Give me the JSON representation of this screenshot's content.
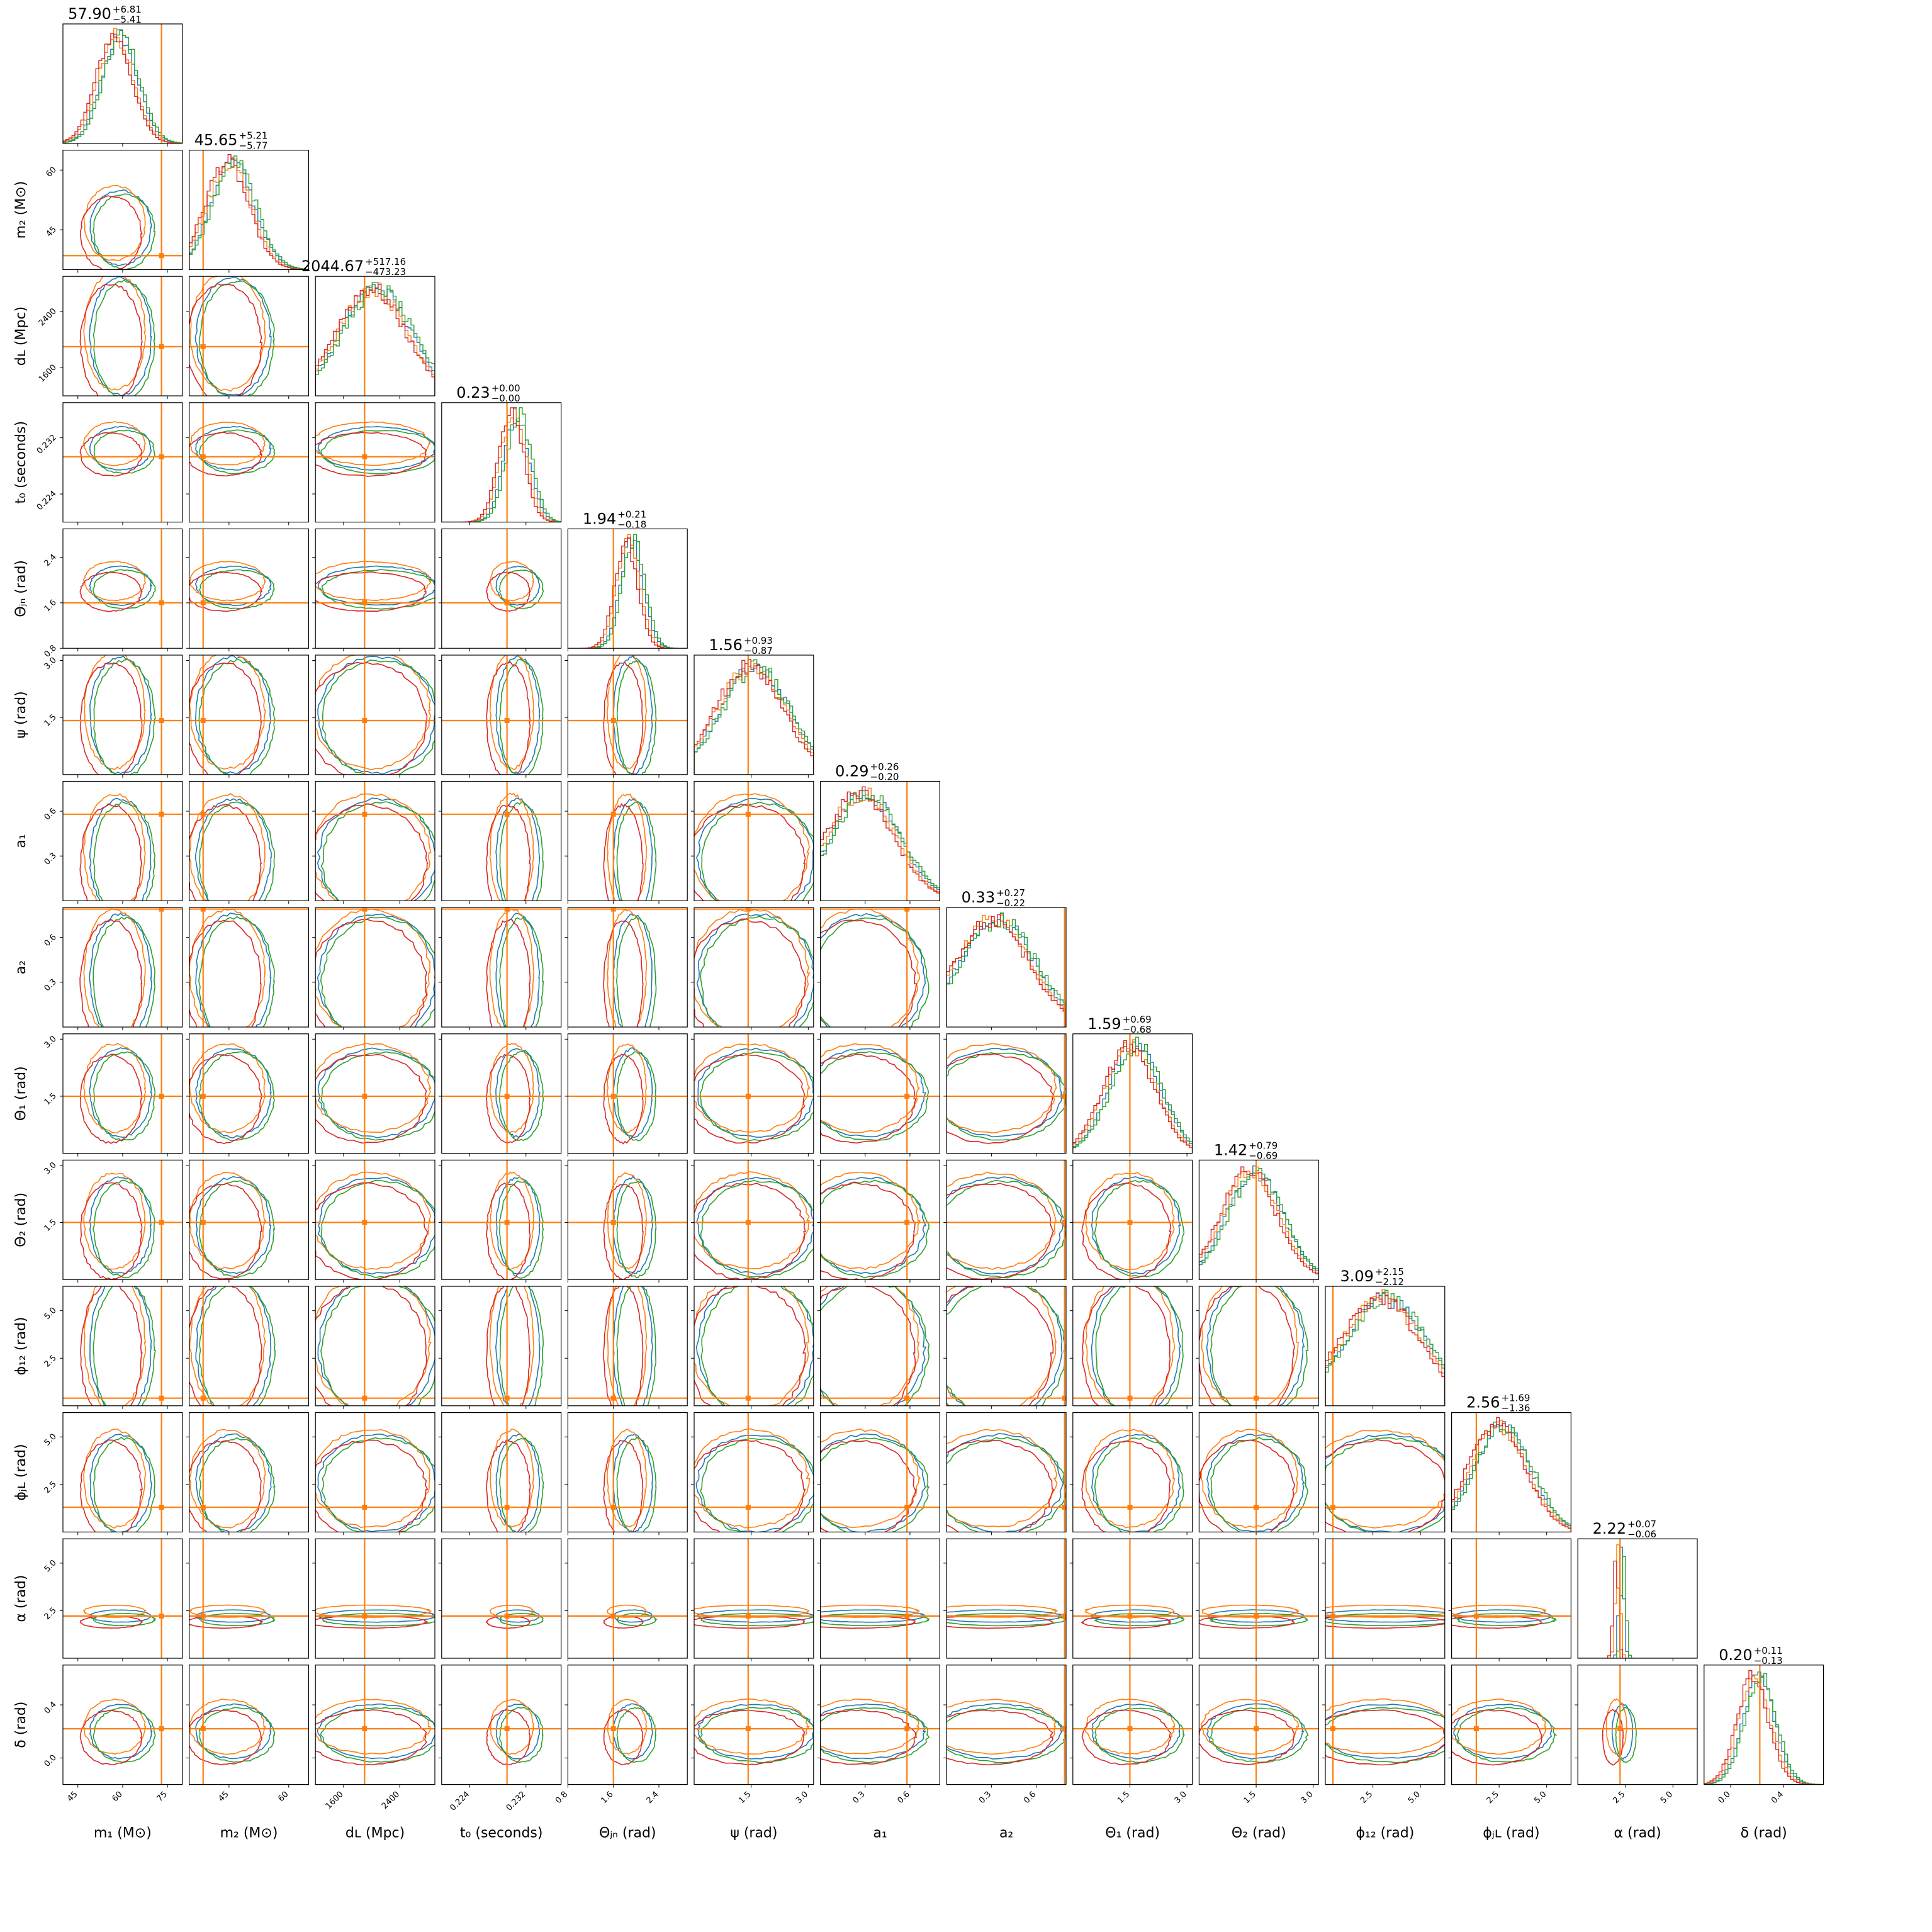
{
  "chart_data": {
    "type": "corner",
    "title": "",
    "colors": {
      "series": [
        "#1f77b4",
        "#ff7f0e",
        "#2ca02c",
        "#d62728"
      ],
      "truth": "#ff7f0e",
      "frame": "#000000",
      "background": "#ffffff"
    },
    "series": [
      {
        "color": "#1f77b4"
      },
      {
        "color": "#ff7f0e"
      },
      {
        "color": "#2ca02c"
      },
      {
        "color": "#d62728"
      }
    ],
    "parameters": [
      {
        "key": "m1",
        "label": "m₁ (M⊙)",
        "median": "57.90",
        "plus": "+6.81",
        "minus": "−5.41",
        "range": [
          40,
          80
        ],
        "ticks": [
          45,
          60,
          75
        ],
        "tick_labels": [
          "45",
          "60",
          "75"
        ],
        "truth": 73.0,
        "mean": 58.5,
        "sd": 6
      },
      {
        "key": "m2",
        "label": "m₂ (M⊙)",
        "median": "45.65",
        "plus": "+5.21",
        "minus": "−5.77",
        "range": [
          35,
          65
        ],
        "ticks": [
          45,
          60
        ],
        "tick_labels": [
          "45",
          "60"
        ],
        "truth": 38.5,
        "mean": 45.5,
        "sd": 5.5
      },
      {
        "key": "dL",
        "label": "dʟ (Mpc)",
        "median": "2044.67",
        "plus": "+517.16",
        "minus": "−473.23",
        "range": [
          1200,
          2900
        ],
        "ticks": [
          1600,
          2400
        ],
        "tick_labels": [
          "1600",
          "2400"
        ],
        "truth": 1900,
        "mean": 2045,
        "sd": 490
      },
      {
        "key": "t0",
        "label": "t₀ (seconds)",
        "median": "0.23",
        "plus": "+0.00",
        "minus": "−0.00",
        "range": [
          0.22,
          0.237
        ],
        "ticks": [
          0.224,
          0.232
        ],
        "tick_labels": [
          "0.224",
          "0.232"
        ],
        "truth": 0.2293,
        "mean": 0.2305,
        "sd": 0.0018
      },
      {
        "key": "theta_jn",
        "label": "Θⱼₙ (rad)",
        "median": "1.94",
        "plus": "+0.21",
        "minus": "−0.18",
        "range": [
          0.8,
          2.9
        ],
        "ticks": [
          0.8,
          1.6,
          2.4
        ],
        "tick_labels": [
          "0.8",
          "1.6",
          "2.4"
        ],
        "truth": 1.6,
        "mean": 1.9,
        "sd": 0.2
      },
      {
        "key": "psi",
        "label": "ψ (rad)",
        "median": "1.56",
        "plus": "+0.93",
        "minus": "−0.87",
        "range": [
          0,
          3.14
        ],
        "ticks": [
          1.5,
          3.0
        ],
        "tick_labels": [
          "1.5",
          "3.0"
        ],
        "truth": 1.42,
        "mean": 1.56,
        "sd": 0.9
      },
      {
        "key": "a1",
        "label": "a₁",
        "median": "0.29",
        "plus": "+0.26",
        "minus": "−0.20",
        "range": [
          0,
          0.8
        ],
        "ticks": [
          0.3,
          0.6
        ],
        "tick_labels": [
          "0.3",
          "0.6"
        ],
        "truth": 0.58,
        "mean": 0.29,
        "sd": 0.23
      },
      {
        "key": "a2",
        "label": "a₂",
        "median": "0.33",
        "plus": "+0.27",
        "minus": "−0.22",
        "range": [
          0,
          0.8
        ],
        "ticks": [
          0.3,
          0.6
        ],
        "tick_labels": [
          "0.3",
          "0.6"
        ],
        "truth": 0.79,
        "mean": 0.33,
        "sd": 0.25
      },
      {
        "key": "theta1",
        "label": "Θ₁ (rad)",
        "median": "1.59",
        "plus": "+0.69",
        "minus": "−0.68",
        "range": [
          0,
          3.14
        ],
        "ticks": [
          1.5,
          3.0
        ],
        "tick_labels": [
          "1.5",
          "3.0"
        ],
        "truth": 1.5,
        "mean": 1.59,
        "sd": 0.68
      },
      {
        "key": "theta2",
        "label": "Θ₂ (rad)",
        "median": "1.42",
        "plus": "+0.79",
        "minus": "−0.69",
        "range": [
          0,
          3.14
        ],
        "ticks": [
          1.5,
          3.0
        ],
        "tick_labels": [
          "1.5",
          "3.0"
        ],
        "truth": 1.5,
        "mean": 1.42,
        "sd": 0.74
      },
      {
        "key": "phi12",
        "label": "ϕ₁₂ (rad)",
        "median": "3.09",
        "plus": "+2.15",
        "minus": "−2.12",
        "range": [
          0,
          6.28
        ],
        "ticks": [
          2.5,
          5.0
        ],
        "tick_labels": [
          "2.5",
          "5.0"
        ],
        "truth": 0.4,
        "mean": 3.09,
        "sd": 2.13
      },
      {
        "key": "phijl",
        "label": "ϕⱼʟ (rad)",
        "median": "2.56",
        "plus": "+1.69",
        "minus": "−1.36",
        "range": [
          0,
          6.28
        ],
        "ticks": [
          2.5,
          5.0
        ],
        "tick_labels": [
          "2.5",
          "5.0"
        ],
        "truth": 1.3,
        "mean": 2.56,
        "sd": 1.5
      },
      {
        "key": "alpha",
        "label": "α (rad)",
        "median": "2.22",
        "plus": "+0.07",
        "minus": "−0.06",
        "range": [
          0,
          6.28
        ],
        "ticks": [
          2.5,
          5.0
        ],
        "tick_labels": [
          "2.5",
          "5.0"
        ],
        "truth": 2.22,
        "mean": 2.22,
        "sd": 0.07
      },
      {
        "key": "delta",
        "label": "δ (rad)",
        "median": "0.20",
        "plus": "+0.11",
        "minus": "−0.13",
        "range": [
          -0.2,
          0.7
        ],
        "ticks": [
          0.0,
          0.4
        ],
        "tick_labels": [
          "0.0",
          "0.4"
        ],
        "truth": 0.22,
        "mean": 0.2,
        "sd": 0.12
      }
    ]
  }
}
